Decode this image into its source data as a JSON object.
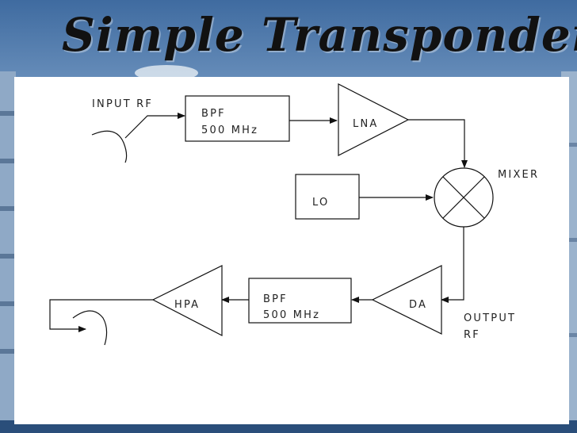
{
  "title": "Simple Transponder",
  "diagram": {
    "input_label": "INPUT RF",
    "bpf1": {
      "line1": "BPF",
      "line2": "500 MHz"
    },
    "lna_label": "LNA",
    "mixer_label": "MIXER",
    "lo_label": "LO",
    "output_label": {
      "line1": "OUTPUT",
      "line2": "RF"
    },
    "da_label": "DA",
    "bpf2": {
      "line1": "BPF",
      "line2": "500 MHz"
    },
    "hpa_label": "HPA"
  }
}
